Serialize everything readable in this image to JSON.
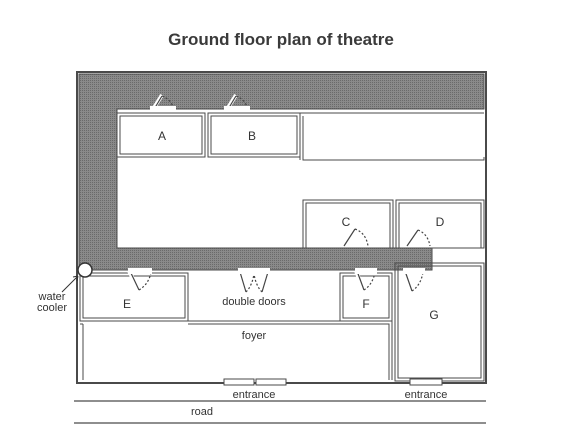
{
  "title": "Ground floor plan of theatre",
  "rooms": {
    "a": "A",
    "b": "B",
    "c": "C",
    "d": "D",
    "e": "E",
    "f": "F",
    "g": "G"
  },
  "labels": {
    "double_doors": "double doors",
    "foyer": "foyer",
    "water_cooler_line1": "water",
    "water_cooler_line2": "cooler",
    "entrance_left": "entrance",
    "entrance_right": "entrance",
    "road": "road"
  },
  "colors": {
    "corridor": "#8a8a8a",
    "wall": "#4a4a4a",
    "background": "#ffffff"
  }
}
